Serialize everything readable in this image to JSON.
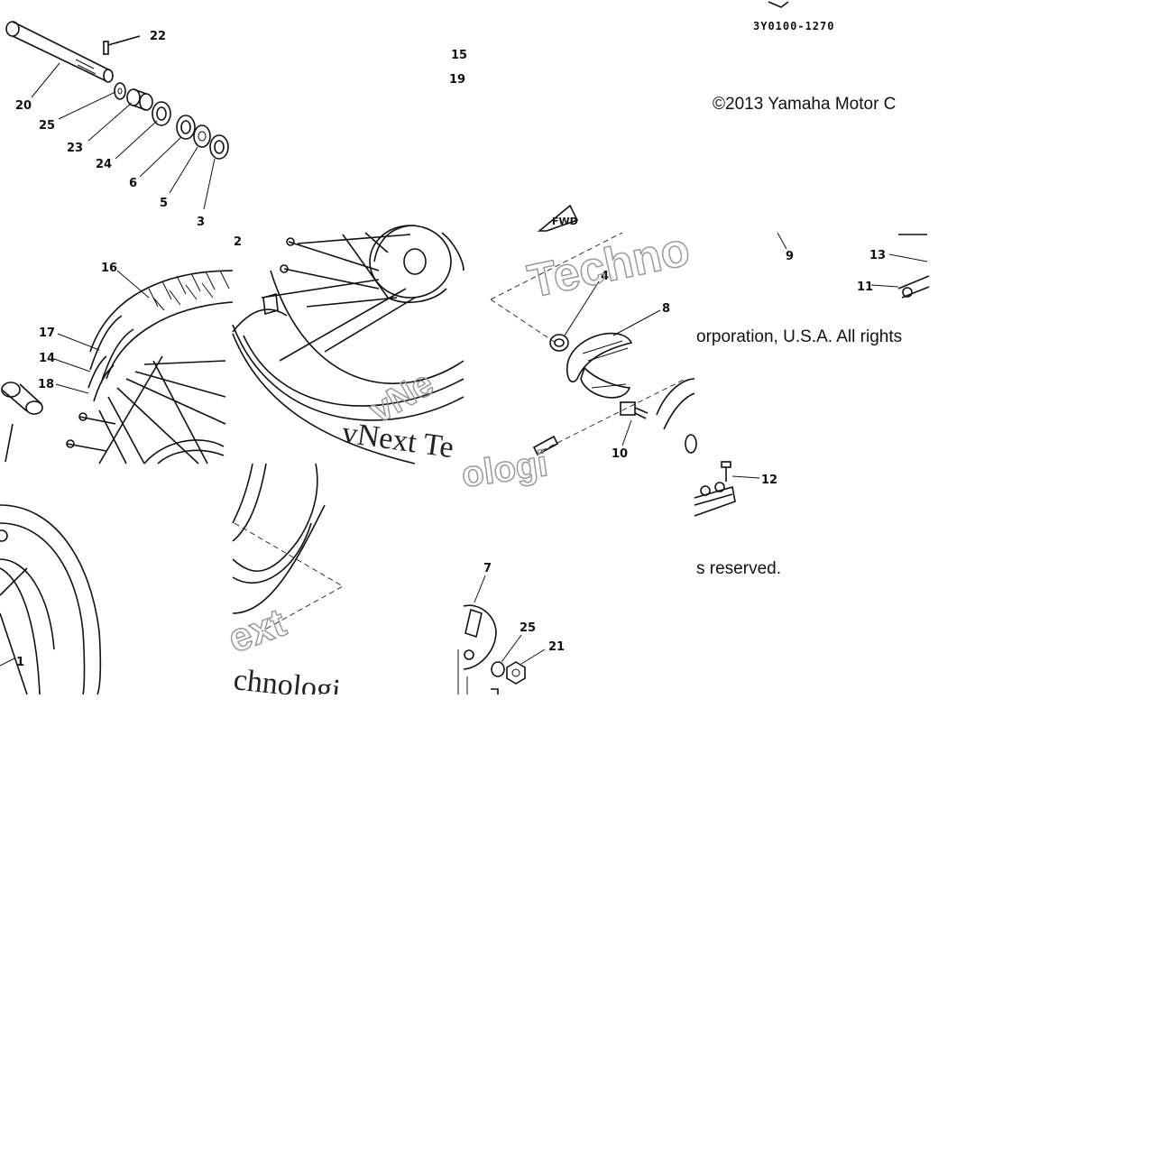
{
  "diagram": {
    "ref_code": "3Y0100-1270",
    "fwd_tag": "FWD",
    "callouts": {
      "c22": "22",
      "c20": "20",
      "c25a": "25",
      "c23": "23",
      "c24": "24",
      "c6": "6",
      "c5": "5",
      "c3": "3",
      "c2": "2",
      "c16": "16",
      "c17": "17",
      "c14": "14",
      "c18": "18",
      "c15": "15",
      "c19": "19",
      "c4": "4",
      "c8": "8",
      "c10": "10",
      "c9": "9",
      "c13": "13",
      "c11": "11",
      "c12": "12",
      "c7": "7",
      "c25b": "25",
      "c21": "21",
      "c1": "1"
    },
    "copyright_fragments": {
      "line1": "©2013 Yamaha Motor C",
      "line2": "orporation, U.S.A. All rights",
      "line3": "s reserved."
    },
    "watermark_fragments": {
      "w1": "Techno",
      "w2": "vNext Te",
      "w3": "ologi",
      "w4": "ext",
      "w5": "chnologi",
      "w6": "vNe"
    }
  }
}
